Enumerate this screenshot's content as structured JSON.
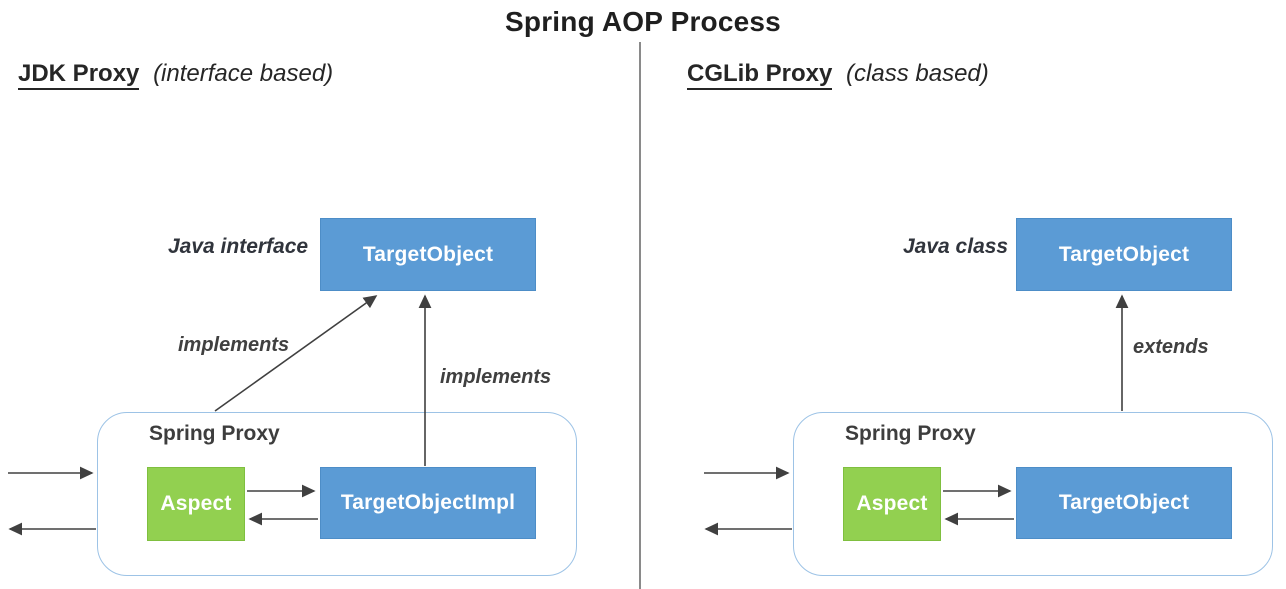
{
  "title": "Spring AOP Process",
  "left": {
    "heading": "JDK Proxy",
    "heading_note": "(interface based)",
    "type_label": "Java interface",
    "target_box": "TargetObject",
    "arrow_label_diagonal": "implements",
    "arrow_label_vertical": "implements",
    "proxy_label": "Spring Proxy",
    "aspect_box": "Aspect",
    "impl_box": "TargetObjectImpl"
  },
  "right": {
    "heading": "CGLib Proxy",
    "heading_note": "(class based)",
    "type_label": "Java class",
    "target_box": "TargetObject",
    "arrow_label_vertical": "extends",
    "proxy_label": "Spring Proxy",
    "aspect_box": "Aspect",
    "impl_box": "TargetObject"
  },
  "colors": {
    "box_blue": "#5b9bd5",
    "box_green": "#92d050",
    "container_border": "#9dc3e6",
    "arrow": "#404040",
    "divider": "#8a8a8a",
    "heading_text": "#262626",
    "label_text": "#404040"
  }
}
